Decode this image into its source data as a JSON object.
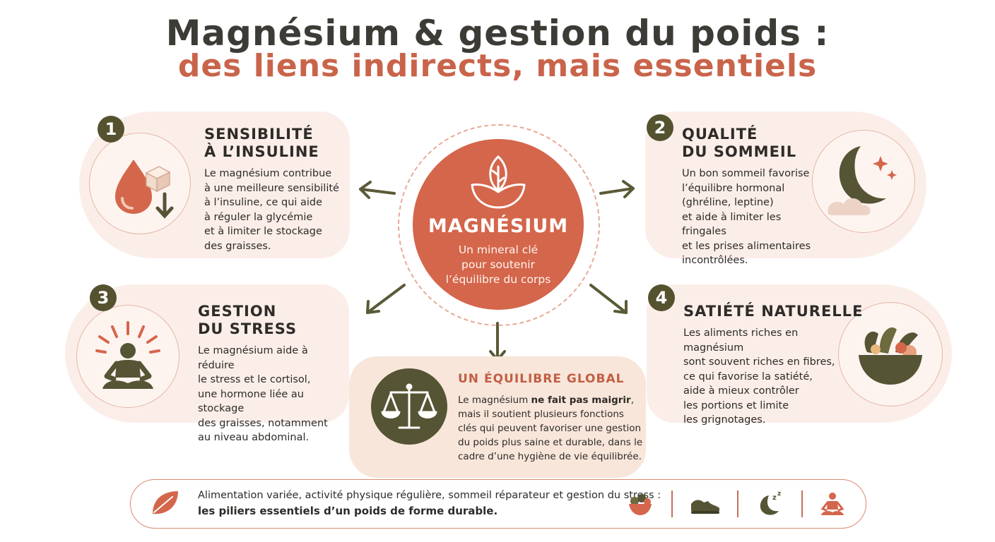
{
  "header": {
    "title_line1": "Magnésium & gestion du poids :",
    "title_line2": "des liens indirects, mais essentiels"
  },
  "center": {
    "title": "MAGNÉSIUM",
    "subtitle_l1": "Un mineral clé",
    "subtitle_l2": "pour soutenir",
    "subtitle_l3": "l’équilibre du corps"
  },
  "cards": [
    {
      "number": "1",
      "title_l1": "SENSIBILITÉ",
      "title_l2": "À L’INSULINE",
      "text": "Le magnésium contribue\nà une meilleure sensibilité\nà l’insuline, ce qui aide\nà réguler la glycémie\net à limiter le stockage\ndes graisses."
    },
    {
      "number": "2",
      "title_l1": "QUALITÉ",
      "title_l2": "DU SOMMEIL",
      "text": "Un bon sommeil favorise\nl’équilibre hormonal\n(ghréline, leptine)\net aide à limiter les fringales\net les prises alimentaires\nincontrôlées."
    },
    {
      "number": "3",
      "title_l1": "GESTION",
      "title_l2": "DU STRESS",
      "text": "Le magnésium aide à réduire\nle stress et le cortisol,\nune hormone liée au stockage\ndes graisses, notamment\nau niveau abdominal."
    },
    {
      "number": "4",
      "title_l1": "SATIÉTÉ NATURELLE",
      "text": "Les aliments riches en magnésium\nsont souvent riches en fibres,\nce qui favorise la satiété,\naide à mieux contrôler\nles portions et limite\nles grignotages."
    }
  ],
  "balance": {
    "title": "UN ÉQUILIBRE GLOBAL",
    "text_before": "Le magnésium ",
    "text_bold": "ne fait pas maigrir",
    "text_after": ", mais il soutient plusieurs fonctions clés qui peuvent favoriser une gestion du poids plus saine et durable, dans le cadre d’une hygiène de vie équilibrée."
  },
  "footer": {
    "line1": "Alimentation variée, activité physique régulière, sommeil réparateur et gestion du stress :",
    "line2": "les piliers essentiels d’un poids de forme durable."
  },
  "colors": {
    "accent": "#d4664b",
    "olive": "#555434",
    "card_bg": "#fbeee9"
  },
  "icons": [
    "leaf-icon",
    "blood-drop-icon",
    "sugar-cube-icon",
    "moon-cloud-icon",
    "meditation-icon",
    "salad-bowl-icon",
    "balance-scale-icon",
    "sneaker-icon",
    "sleep-moon-icon"
  ]
}
